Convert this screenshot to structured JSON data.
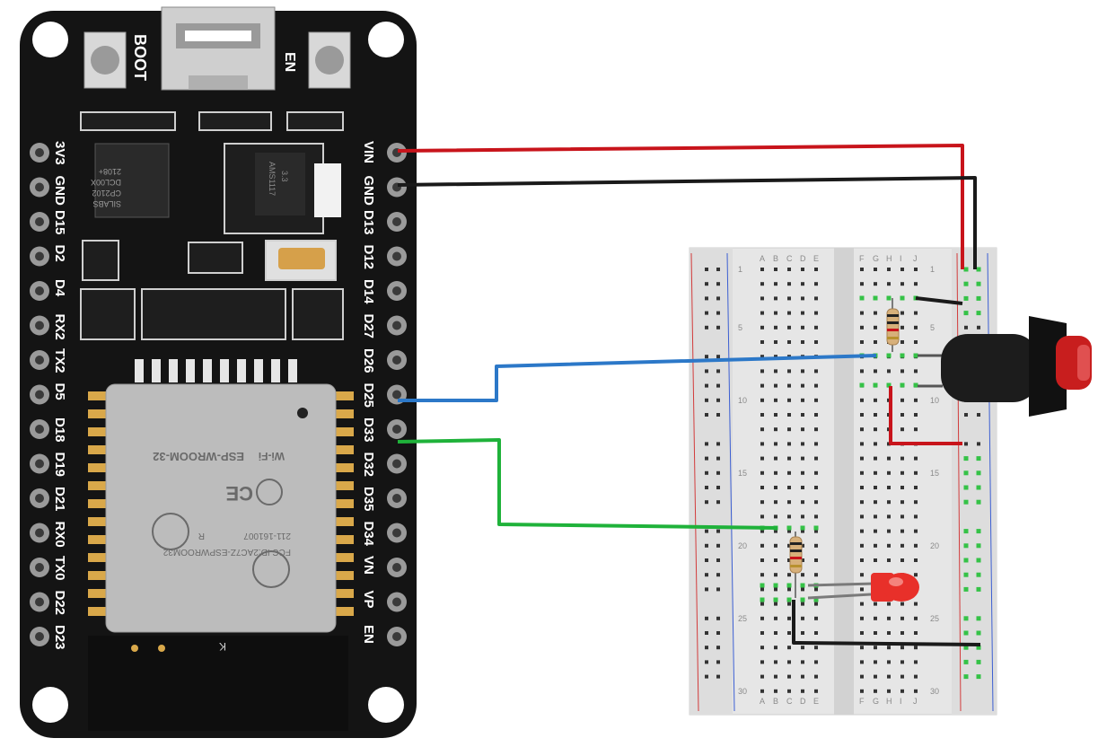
{
  "board": {
    "buttons": {
      "boot": "BOOT",
      "en": "EN"
    },
    "left_pins": [
      "3V3",
      "GND",
      "D15",
      "D2",
      "D4",
      "RX2",
      "TX2",
      "D5",
      "D18",
      "D19",
      "D21",
      "RX0",
      "TX0",
      "D22",
      "D23"
    ],
    "right_pins": [
      "VIN",
      "GND",
      "D13",
      "D12",
      "D14",
      "D27",
      "D26",
      "D25",
      "D33",
      "D32",
      "D35",
      "D34",
      "VN",
      "VP",
      "EN"
    ],
    "uart_chip_text": [
      "SILABS",
      "CP2102",
      "DCL00X",
      "2108+"
    ],
    "regulator_text": [
      "AMS1117",
      "3.3"
    ],
    "module_text": [
      "FCC ID:2AC7Z-ESPWROOM32",
      "211-161007",
      "R",
      "CE",
      "ESP-WROOM-32",
      "Wi-Fi"
    ],
    "antenna_mark": "K"
  },
  "breadboard": {
    "columns_left": [
      "A",
      "B",
      "C",
      "D",
      "E"
    ],
    "columns_right": [
      "F",
      "G",
      "H",
      "I",
      "J"
    ],
    "row_numbers": [
      "1",
      "5",
      "10",
      "15",
      "20",
      "25",
      "30"
    ]
  },
  "colors": {
    "board_black": "#141414",
    "module_silver": "#bdbdbd",
    "wire_red": "#c8141b",
    "wire_black": "#1a1a1a",
    "wire_blue": "#2c78c8",
    "wire_green": "#1fb23a",
    "wire_gray": "#7a7a7a",
    "breadboard": "#e4e4e4",
    "led_red": "#e8302a",
    "button_red": "#c81e1e"
  }
}
